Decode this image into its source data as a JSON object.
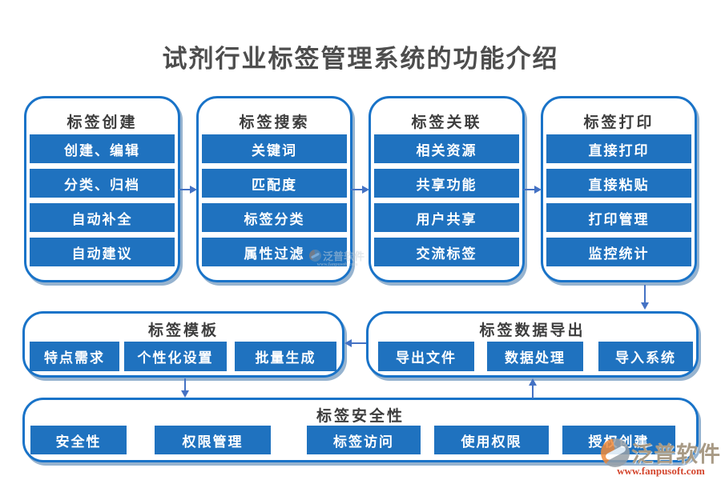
{
  "title": "试剂行业标签管理系统的功能介绍",
  "colors": {
    "bar_blue": "#1f72bf",
    "panel_border_blue": "#1973c8",
    "panel_shadow_blue": "#165694",
    "arrow_blue": "#4472c4",
    "title_gray": "#4d4d4d",
    "watermark_gray_gold": "#a89a85",
    "watermark_orange": "#d4472f"
  },
  "columns": [
    {
      "header": "标签创建",
      "items": [
        "创建、编辑",
        "分类、归档",
        "自动补全",
        "自动建议"
      ]
    },
    {
      "header": "标签搜索",
      "items": [
        "关键词",
        "匹配度",
        "标签分类",
        "属性过滤"
      ]
    },
    {
      "header": "标签关联",
      "items": [
        "相关资源",
        "共享功能",
        "用户共享",
        "交流标签"
      ]
    },
    {
      "header": "标签打印",
      "items": [
        "直接打印",
        "直接粘贴",
        "打印管理",
        "监控统计"
      ]
    }
  ],
  "template_box": {
    "header": "标签模板",
    "items": [
      "特点需求",
      "个性化设置",
      "批量生成"
    ]
  },
  "export_box": {
    "header": "标签数据导出",
    "items": [
      "导出文件",
      "数据处理",
      "导入系统"
    ]
  },
  "security_box": {
    "header": "标签安全性",
    "items": [
      "安全性",
      "权限管理",
      "标签访问",
      "使用权限",
      "授权创建"
    ]
  },
  "watermark": {
    "brand": "泛普软件",
    "url": "www.fanpusoft.com"
  },
  "inner_watermark": {
    "brand": "泛普软件",
    "url": "www.fanpusoft.com"
  }
}
